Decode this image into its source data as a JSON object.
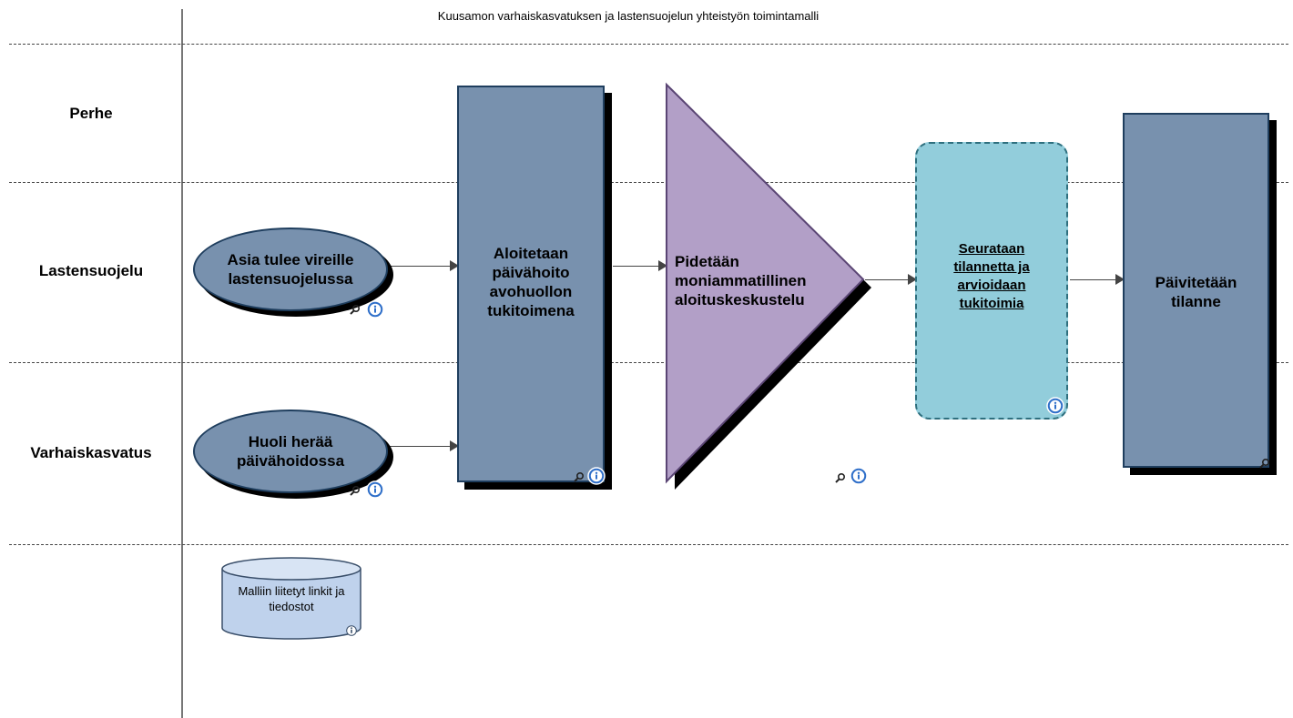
{
  "title": "Kuusamon varhaiskasvatuksen ja lastensuojelun yhteistyön toimintamalli",
  "lanes": [
    "Perhe",
    "Lastensuojelu",
    "Varhaiskasvatus"
  ],
  "nodes": {
    "asia": "Asia tulee vireille lastensuojelussa",
    "huoli": "Huoli herää päivähoidossa",
    "aloitetaan": "Aloitetaan päivähoito avohuollon tukitoimena",
    "pidetaan": "Pidetään moniammatillinen aloituskeskustelu",
    "seurataan": "Seurataan tilannetta ja arvioidaan tukitoimia",
    "paivitetaan": "Päivitetään tilanne"
  },
  "database": "Malliin liitetyt linkit ja tiedostot",
  "colors": {
    "box": "#7891ae",
    "triangle": "#b29fc7",
    "rounded": "#92cddb",
    "border": "#1f3e5e"
  }
}
